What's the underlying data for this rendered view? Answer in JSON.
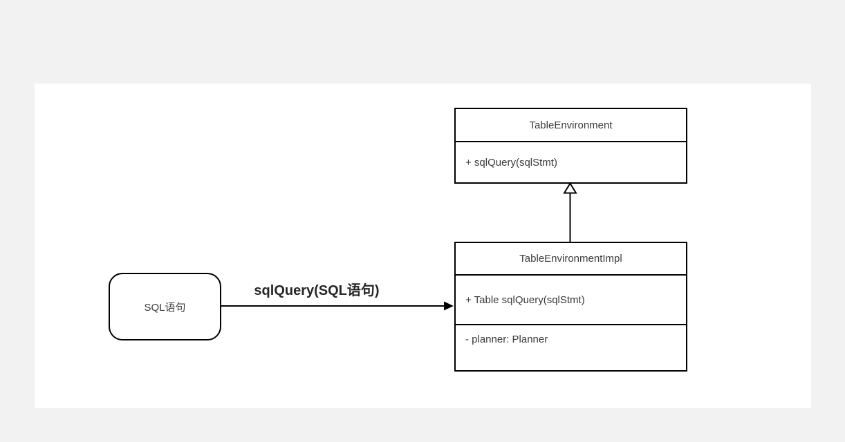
{
  "diagram": {
    "page_background": "#f2f2f2",
    "canvas_background": "#ffffff",
    "stroke_color": "#000000",
    "text_color": "#3a3a3a",
    "classes": [
      {
        "name": "TableEnvironment",
        "methods": [
          "+ sqlQuery(sqlStmt)"
        ],
        "attributes": []
      },
      {
        "name": "TableEnvironmentImpl",
        "methods": [
          "+ Table sqlQuery(sqlStmt)"
        ],
        "attributes": [
          "- planner: Planner"
        ]
      }
    ],
    "nodes": [
      {
        "shape": "rounded-rectangle",
        "label": "SQL语句"
      }
    ],
    "edges": [
      {
        "type": "directed-association",
        "label": "sqlQuery(SQL语句)",
        "from": "SQL语句",
        "to": "TableEnvironmentImpl",
        "arrowhead": "filled-triangle"
      },
      {
        "type": "inheritance",
        "label": "",
        "from": "TableEnvironmentImpl",
        "to": "TableEnvironment",
        "arrowhead": "hollow-triangle"
      }
    ]
  }
}
